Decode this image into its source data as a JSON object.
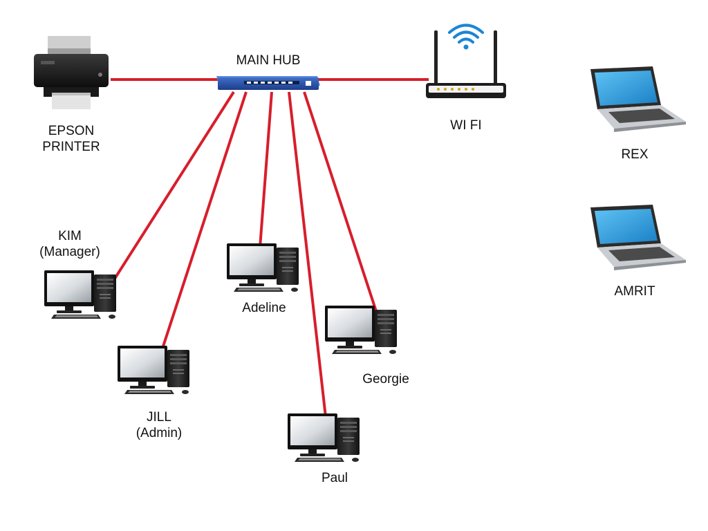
{
  "diagram": {
    "link_color": "#d71e2b",
    "hub": {
      "label": "MAIN HUB"
    },
    "printer": {
      "label_line1": "EPSON",
      "label_line2": "PRINTER"
    },
    "wifi": {
      "label": "WI FI"
    },
    "laptops": [
      {
        "label": "REX"
      },
      {
        "label": "AMRIT"
      }
    ],
    "desktops": [
      {
        "label_line1": "KIM",
        "label_line2": "(Manager)"
      },
      {
        "label_line1": "JILL",
        "label_line2": "(Admin)"
      },
      {
        "label_line1": "Adeline"
      },
      {
        "label_line1": "Paul"
      },
      {
        "label_line1": "Georgie"
      }
    ],
    "edges": [
      {
        "from": "MAIN HUB",
        "to": "EPSON PRINTER"
      },
      {
        "from": "MAIN HUB",
        "to": "WI FI"
      },
      {
        "from": "MAIN HUB",
        "to": "KIM"
      },
      {
        "from": "MAIN HUB",
        "to": "JILL"
      },
      {
        "from": "MAIN HUB",
        "to": "Adeline"
      },
      {
        "from": "MAIN HUB",
        "to": "Paul"
      },
      {
        "from": "MAIN HUB",
        "to": "Georgie"
      }
    ]
  }
}
